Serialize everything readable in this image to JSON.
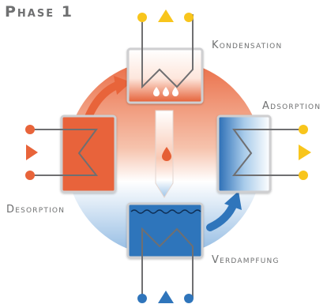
{
  "title": "Phase 1",
  "labels": {
    "kondensation": "Kondensation",
    "adsorption": "Adsorption",
    "desorption": "Desorption",
    "verdampfung": "Verdampfung"
  },
  "colors": {
    "hot": "#e8643a",
    "hot_light": "#f7b89c",
    "cold": "#2f75bb",
    "cold_light": "#b8d6ef",
    "yellow": "#f8c51c",
    "pipe": "#6f6f71",
    "frame": "#cfcfd1",
    "text": "#6f7071"
  },
  "icons": [
    "droplets-icon",
    "water-drop-icon",
    "arrow-icon",
    "triangle-icon",
    "wave-icon"
  ]
}
